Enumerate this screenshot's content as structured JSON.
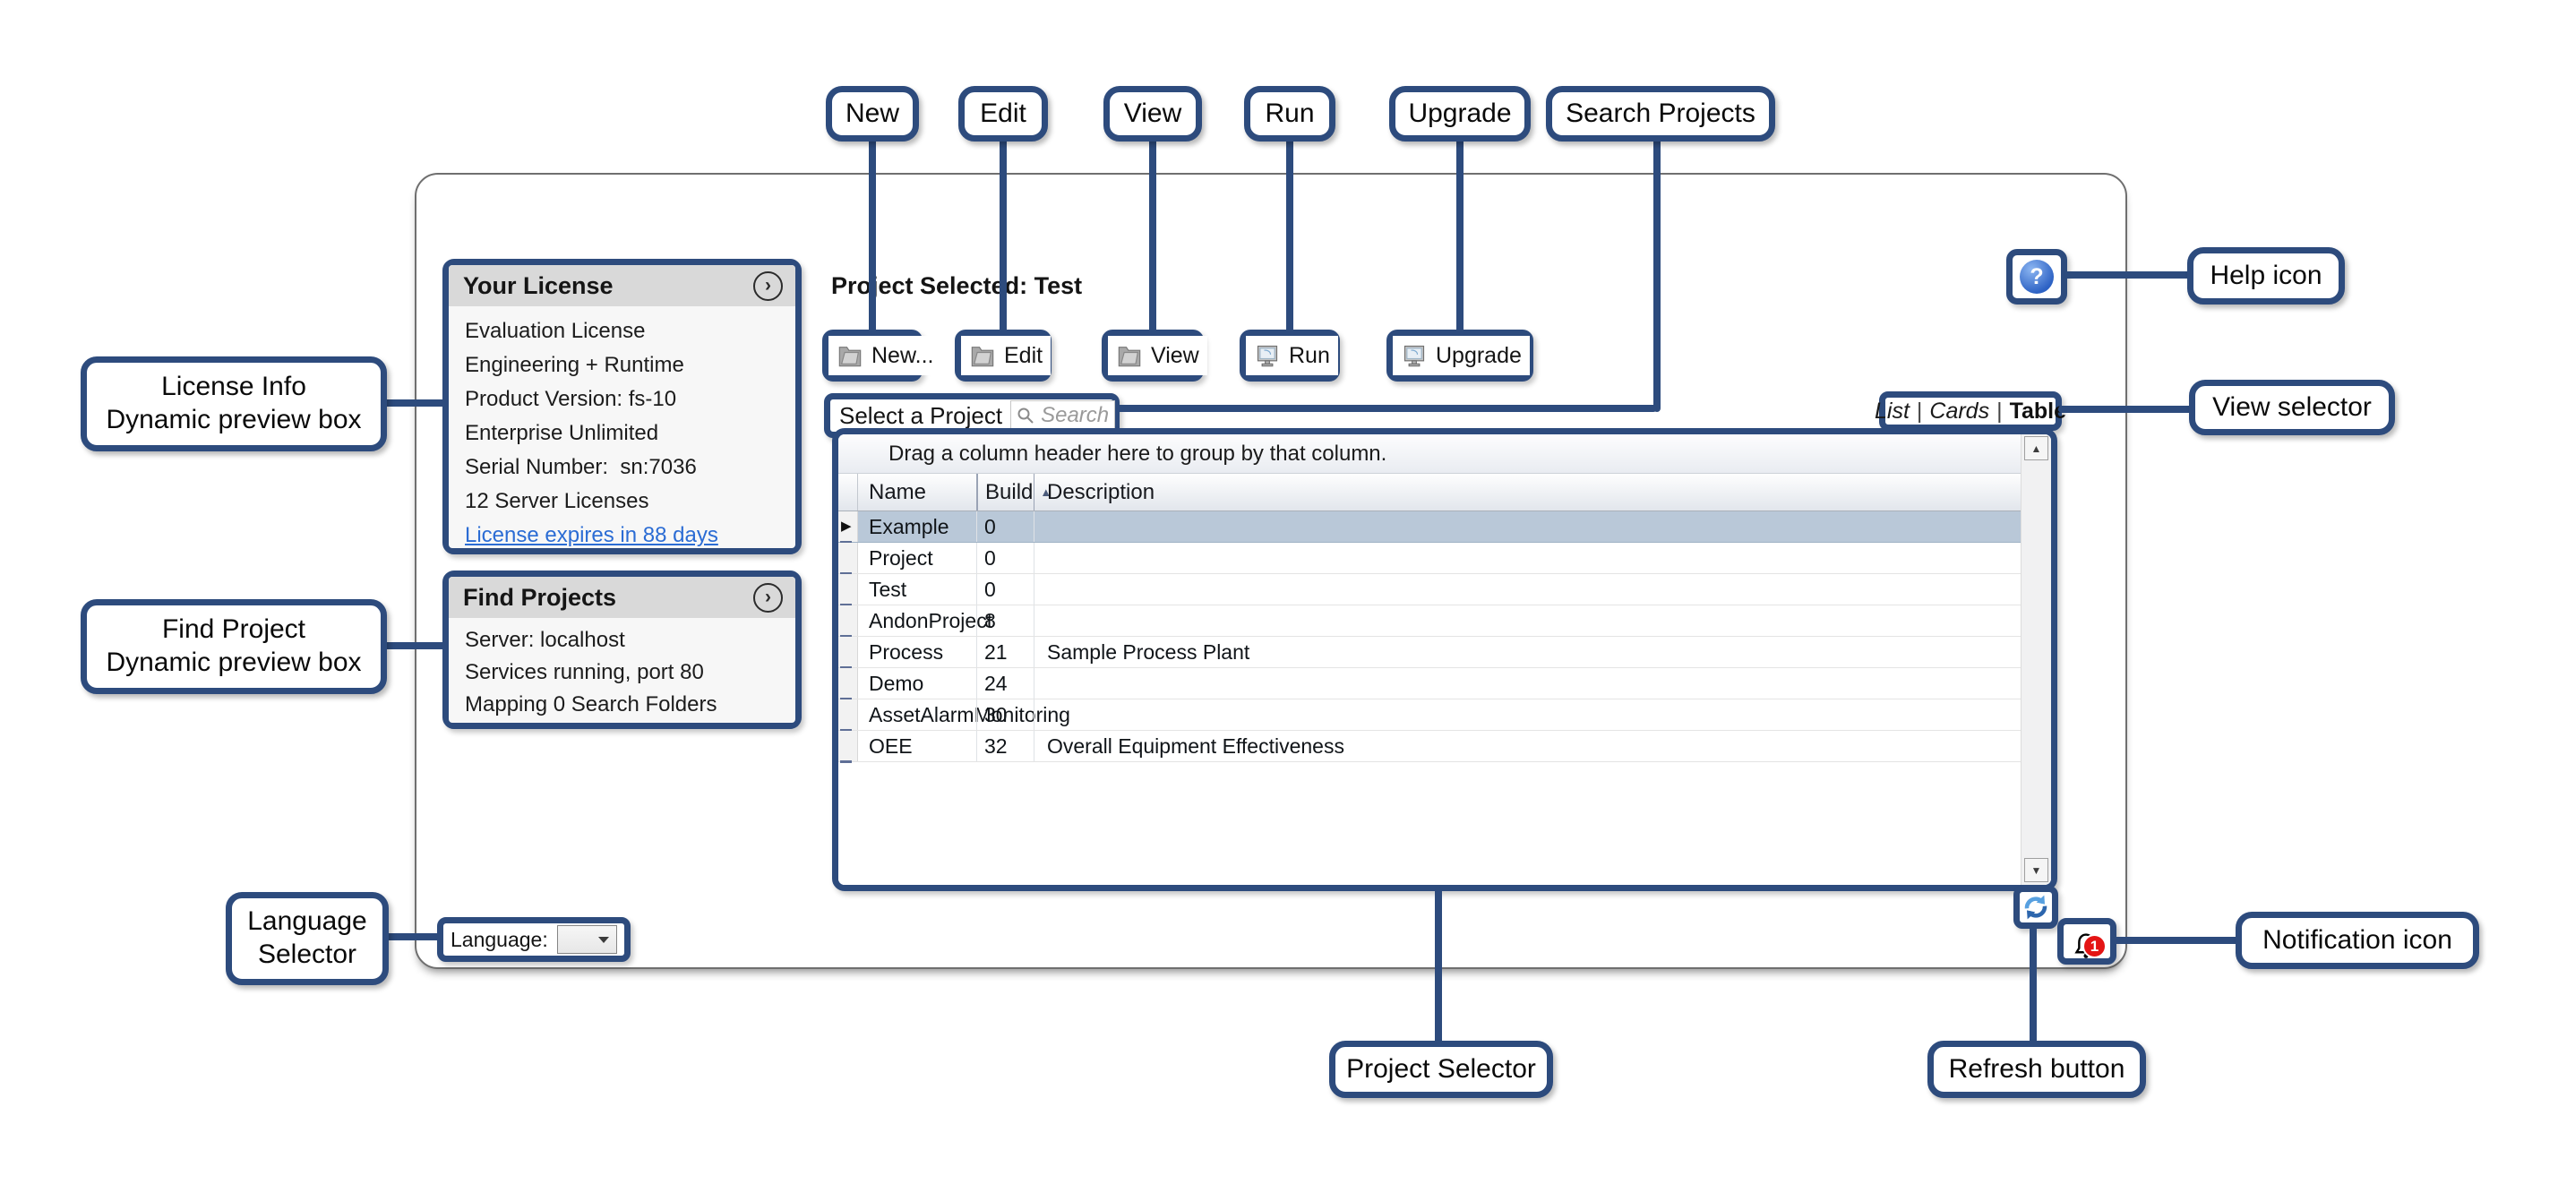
{
  "annotations": {
    "new": "New",
    "edit": "Edit",
    "view": "View",
    "run": "Run",
    "upgrade": "Upgrade",
    "search_projects": "Search Projects",
    "help": "Help icon",
    "view_selector": "View selector",
    "notification": "Notification icon",
    "project_selector": "Project Selector",
    "refresh": "Refresh button",
    "license_info": [
      "License Info",
      "Dynamic preview box"
    ],
    "find_project": [
      "Find Project",
      "Dynamic preview box"
    ],
    "language": [
      "Language",
      "Selector"
    ]
  },
  "window": {
    "license_panel": {
      "title": "Your License",
      "items": [
        "Evaluation License",
        "Engineering + Runtime",
        "Product Version: fs-10",
        "Enterprise Unlimited",
        "Serial Number:  sn:7036",
        "12 Server Licenses"
      ],
      "link": "License expires in 88 days"
    },
    "find_panel": {
      "title": "Find Projects",
      "items": [
        "Server: localhost",
        "Services running, port 80",
        "Mapping 0 Search Folders"
      ]
    },
    "heading": "Project Selected: Test",
    "toolbar": {
      "new": "New...",
      "edit": "Edit",
      "view": "View",
      "run": "Run",
      "upgrade": "Upgrade"
    },
    "select_label": "Select a Project",
    "search_placeholder": "Search",
    "view_selector": {
      "list": "List",
      "cards": "Cards",
      "table": "Table",
      "active": "Table"
    },
    "table": {
      "group_hint": "Drag a column header here to group by that column.",
      "columns": {
        "name": "Name",
        "build": "Build",
        "description": "Description"
      },
      "sort_column": "Build",
      "sort_direction": "asc",
      "rows": [
        {
          "name": "Example",
          "build": "0",
          "description": "",
          "selected": true
        },
        {
          "name": "Project",
          "build": "0",
          "description": "",
          "selected": false
        },
        {
          "name": "Test",
          "build": "0",
          "description": "",
          "selected": false
        },
        {
          "name": "AndonProject",
          "build": "8",
          "description": "",
          "selected": false
        },
        {
          "name": "Process",
          "build": "21",
          "description": "Sample Process Plant",
          "selected": false
        },
        {
          "name": "Demo",
          "build": "24",
          "description": "",
          "selected": false
        },
        {
          "name": "AssetAlarmMonitoring",
          "build": "30",
          "description": "",
          "selected": false
        },
        {
          "name": "OEE",
          "build": "32",
          "description": "Overall Equipment Effectiveness",
          "selected": false
        }
      ]
    },
    "language_label": "Language:",
    "language_value": "",
    "help_glyph": "?",
    "notification_count": "1"
  },
  "colors": {
    "annotation_navy": "#2d4b7d",
    "selected_row": "#b9c8d8",
    "link_blue": "#2b6cd4",
    "badge_red": "#e41414",
    "refresh_blue": "#4a8fd4"
  }
}
